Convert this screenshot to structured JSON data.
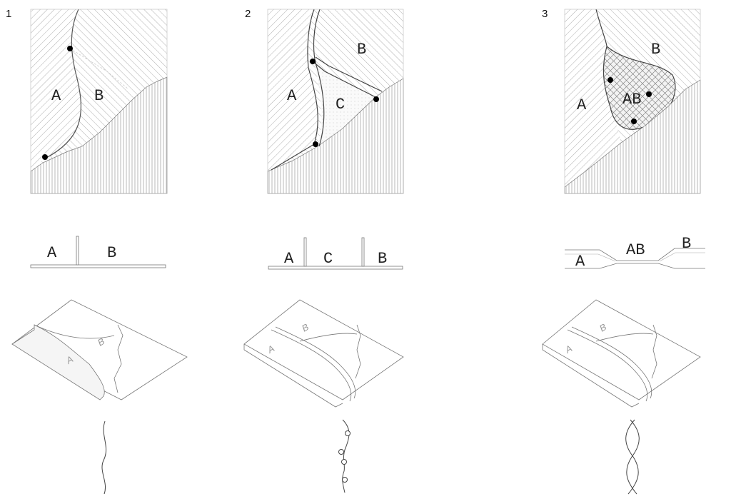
{
  "panels": [
    {
      "number": "1",
      "map_labels": [
        "A",
        "B"
      ],
      "section_labels": [
        "A",
        "B"
      ],
      "iso_labels": [
        "A",
        "B"
      ]
    },
    {
      "number": "2",
      "map_labels": [
        "A",
        "B",
        "C"
      ],
      "section_labels": [
        "A",
        "C",
        "B"
      ],
      "iso_labels": [
        "A",
        "B"
      ]
    },
    {
      "number": "3",
      "map_labels": [
        "A",
        "B",
        "AB"
      ],
      "section_labels": [
        "A",
        "AB",
        "B"
      ],
      "iso_labels": [
        "A",
        "B"
      ]
    }
  ]
}
